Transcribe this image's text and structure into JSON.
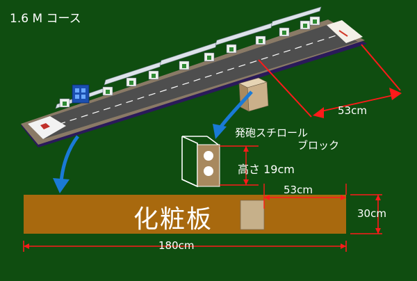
{
  "title": "1.6 M コース",
  "block_label_line1": "発砲スチロール",
  "block_label_line2": "ブロック",
  "block_height_label": "高さ 19cm",
  "course_length_label": "53cm",
  "board": {
    "label": "化粧板",
    "width_label": "180cm",
    "depth_label": "30cm",
    "block_offset_label": "53cm"
  },
  "colors": {
    "background": "#0f4d10",
    "board": "#a8690e",
    "dimension": "#ff1a1a",
    "arrow": "#1a7ad6",
    "course_road": "#4e4e4e",
    "course_side": "#3d1e7a",
    "foam_block": "#cbb08a"
  }
}
